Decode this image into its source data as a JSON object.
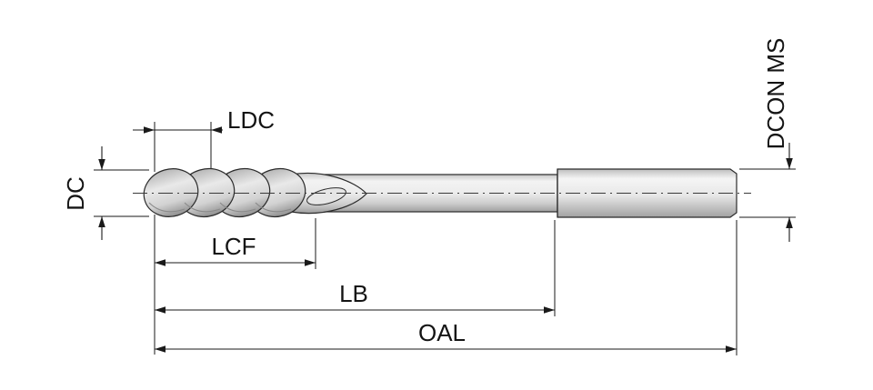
{
  "diagram": {
    "labels": {
      "ldc": "LDC",
      "dc": "DC",
      "lcf": "LCF",
      "lb": "LB",
      "oal": "OAL",
      "dcon_ms": "DCON MS"
    },
    "colors": {
      "line": "#1a1a1a",
      "tool_light": "#f3f3f3",
      "tool_dark": "#9e9e9e",
      "background": "#ffffff"
    }
  }
}
